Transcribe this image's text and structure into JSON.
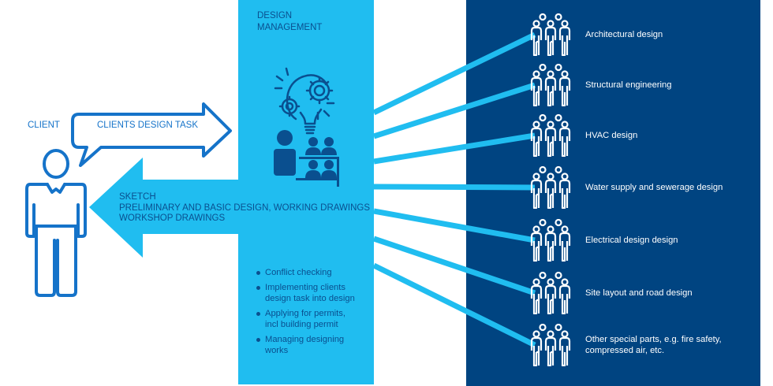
{
  "colors": {
    "light_blue": "#20bdf0",
    "navy": "#004481",
    "client_blue": "#1573c9",
    "dark_text": "#0a4f8f",
    "white": "#ffffff"
  },
  "client": {
    "label": "CLIENT",
    "icon": "person-outline-icon",
    "speech_arrow_label": "CLIENTS DESIGN TASK"
  },
  "design_management": {
    "title_line1": "DESIGN",
    "title_line2": "MANAGEMENT",
    "icon": "idea-gears-meeting-icon",
    "return_arrow": {
      "lines": [
        "SKETCH",
        "PRELIMINARY AND BASIC DESIGN, WORKING DRAWINGS",
        "WORKSHOP DRAWINGS"
      ]
    },
    "tasks": [
      {
        "line1": "Conflict checking",
        "line2": ""
      },
      {
        "line1": "Implementing clients",
        "line2": "design task into design"
      },
      {
        "line1": "Applying for permits,",
        "line2": "incl building permit"
      },
      {
        "line1": "Managing designing",
        "line2": "works"
      }
    ]
  },
  "design_teams": [
    {
      "line1": "Architectural design",
      "line2": "",
      "icon": "team-icon"
    },
    {
      "line1": "Structural engineering",
      "line2": "",
      "icon": "team-icon"
    },
    {
      "line1": "HVAC design",
      "line2": "",
      "icon": "team-icon"
    },
    {
      "line1": "Water supply and sewerage design",
      "line2": "",
      "icon": "team-icon"
    },
    {
      "line1": "Electrical design design",
      "line2": "",
      "icon": "team-icon"
    },
    {
      "line1": "Site layout and road design",
      "line2": "",
      "icon": "team-icon"
    },
    {
      "line1": "Other special parts, e.g. fire safety,",
      "line2": "compressed air, etc.",
      "icon": "team-icon"
    }
  ]
}
